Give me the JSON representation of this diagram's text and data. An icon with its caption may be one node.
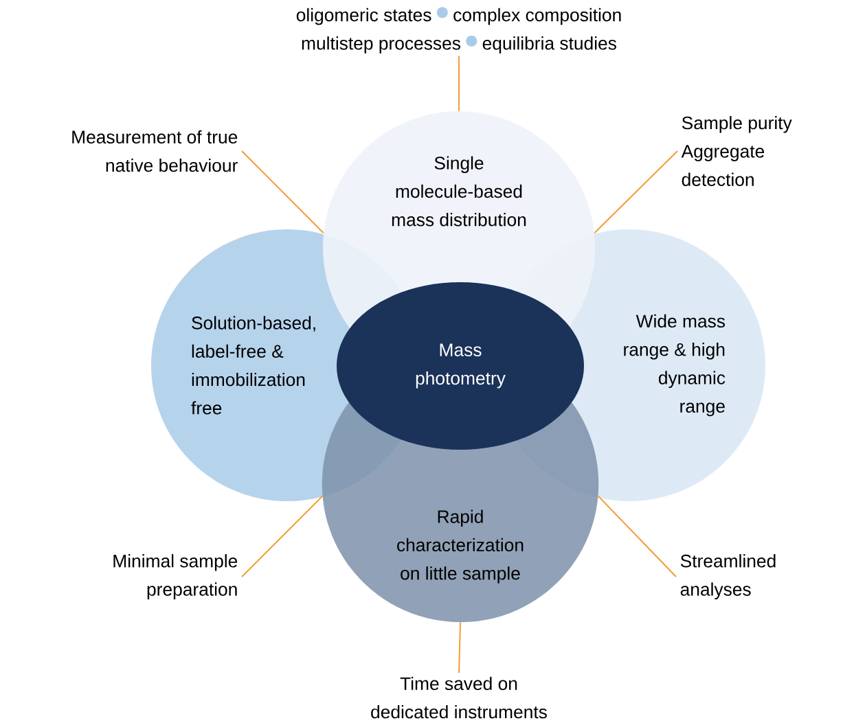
{
  "diagram": {
    "nodes": [
      {
        "text": [
          "Single molecule-based mass distribution"
        ]
      },
      {
        "text": [
          "Solution-based, label-free & immobilization free"
        ]
      },
      {
        "text": [
          "Wide mass range & high dynamic range"
        ]
      },
      {
        "text": [
          "Rapid characterization on little sample"
        ]
      },
      {
        "text": [
          "Mass photometry"
        ]
      },
      {
        "text": [
          "oligomeric states",
          "complex composition",
          "multistep processes",
          "equilibria studies"
        ]
      },
      {
        "text": [
          "Measurement of true native behaviour"
        ]
      },
      {
        "text": [
          "Sample purity",
          "Aggregate detection"
        ]
      },
      {
        "text": [
          "Minimal sample preparation"
        ]
      },
      {
        "text": [
          "Streamlined analyses"
        ]
      },
      {
        "text": [
          "Time saved on dedicated instruments"
        ]
      }
    ],
    "edges": [
      {
        "from": 5,
        "to": 0,
        "arrow": "none"
      },
      {
        "from": 6,
        "to": 0,
        "arrow": "none"
      },
      {
        "from": 7,
        "to": 0,
        "arrow": "none"
      },
      {
        "from": 8,
        "to": 3,
        "arrow": "none"
      },
      {
        "from": 9,
        "to": 3,
        "arrow": "none"
      },
      {
        "from": 10,
        "to": 3,
        "arrow": "none"
      }
    ]
  }
}
